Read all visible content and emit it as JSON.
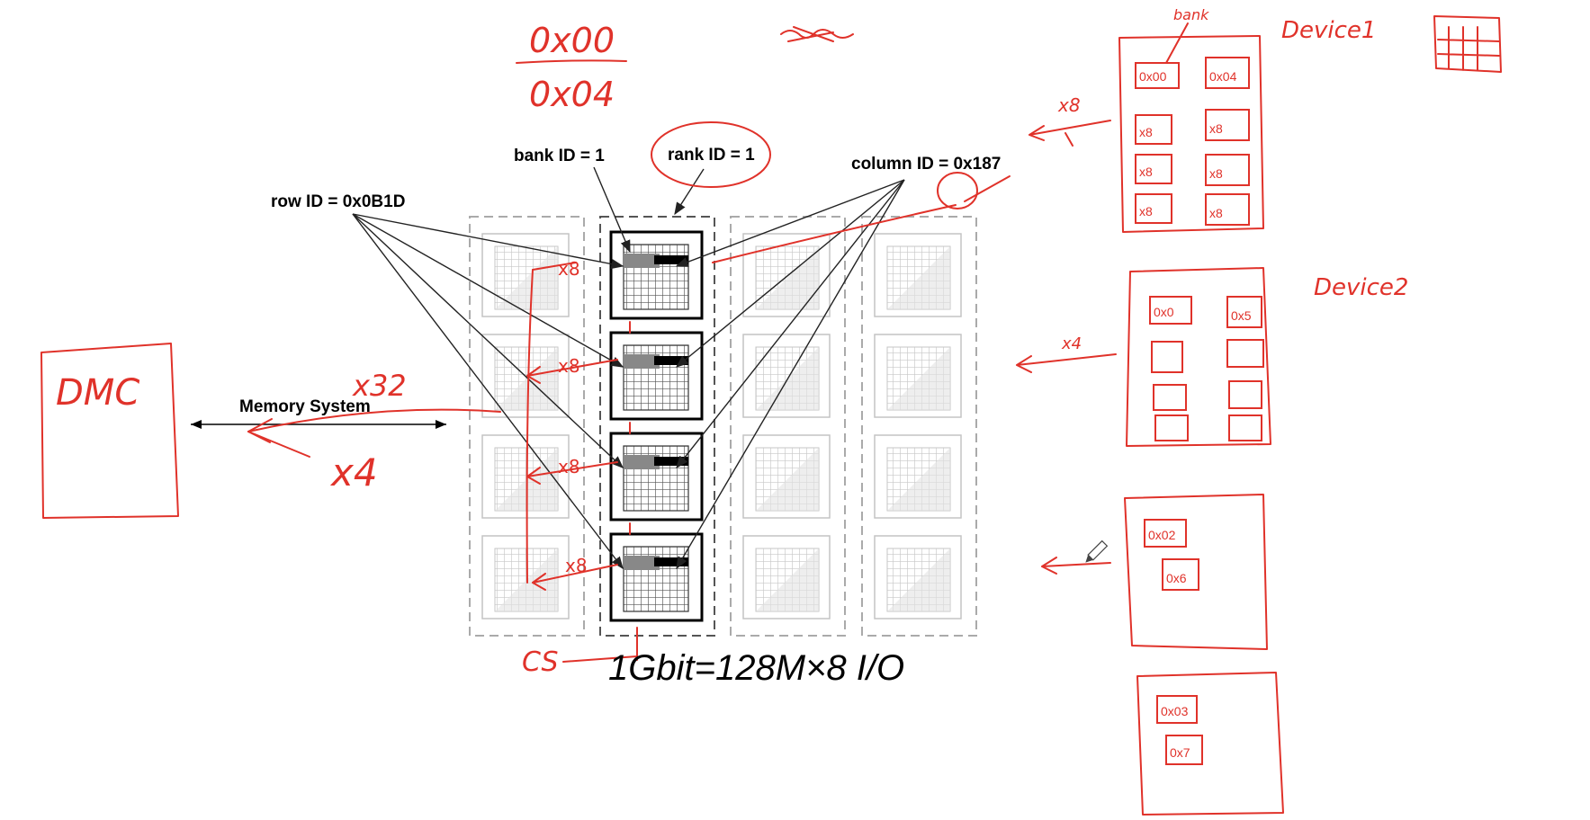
{
  "labels": {
    "row_id": "row ID = 0x0B1D",
    "bank_id": "bank ID = 1",
    "rank_id": "rank ID = 1",
    "column_id": "column ID = 0x187",
    "memory_system": "Memory System"
  },
  "annotations": {
    "addr_top": "0x00",
    "addr_second": "0x04",
    "dmc": "DMC",
    "x32": "x32",
    "x4": "x4",
    "cs": "CS",
    "capacity_formula": "1Gbit=128M×8 I/O",
    "device1": "Device1",
    "device2": "Device2",
    "bank": "bank",
    "x8": "x8",
    "x4_right": "x4",
    "d1_cells": [
      "0x00",
      "0x04",
      "x8",
      "x8",
      "x8",
      "x8",
      "x8",
      "x8"
    ],
    "d2_cells": [
      "0x0",
      "0x5"
    ],
    "d3_cells": [
      "0x02",
      "0x6"
    ],
    "d4_cells": [
      "0x03",
      "0x7"
    ]
  },
  "colors": {
    "ink": "#e0322a",
    "chip_fill": "#dcdcdc",
    "rank_highlight": "#000000",
    "faded_border": "#9a9a9a"
  }
}
